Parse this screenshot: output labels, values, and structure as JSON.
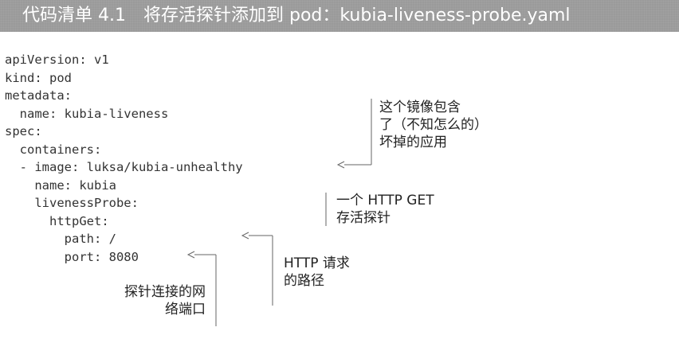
{
  "listing": {
    "title": "代码清单 4.1　将存活探针添加到 pod：kubia-liveness-probe.yaml"
  },
  "code_lines": [
    "apiVersion: v1",
    "kind: pod",
    "metadata:",
    "  name: kubia-liveness",
    "spec:",
    "  containers:",
    "  - image: luksa/kubia-unhealthy",
    "    name: kubia",
    "    livenessProbe:",
    "      httpGet:",
    "        path: /",
    "        port: 8080"
  ],
  "annotations": {
    "image_note": [
      "这个镜像包含",
      "了（不知怎么的）",
      "坏掉的应用"
    ],
    "probe_note": [
      "一个 HTTP GET",
      "存活探针"
    ],
    "path_note": [
      "HTTP 请求",
      "的路径"
    ],
    "port_note": [
      "探针连接的网",
      "络端口"
    ]
  }
}
